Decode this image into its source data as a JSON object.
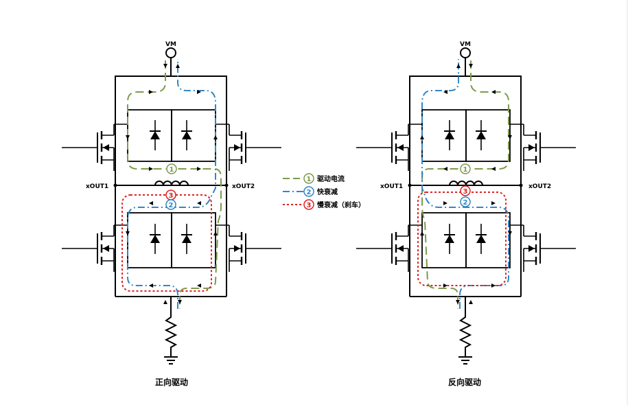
{
  "colors": {
    "drive": "#7d9a4b",
    "fast": "#2f87c6",
    "slow": "#e02020",
    "wire": "#000000"
  },
  "left": {
    "vm_label": "VM",
    "out1_label": "xOUT1",
    "out2_label": "xOUT2",
    "caption": "正向驱动"
  },
  "right": {
    "vm_label": "VM",
    "out1_label": "xOUT1",
    "out2_label": "xOUT2",
    "caption": "反向驱动"
  },
  "badges": {
    "drive": "1",
    "fast": "2",
    "slow": "3"
  },
  "legend": [
    {
      "num": "1",
      "label": "驱动电流"
    },
    {
      "num": "2",
      "label": "快衰减"
    },
    {
      "num": "3",
      "label": "慢衰减（刹车）"
    }
  ]
}
